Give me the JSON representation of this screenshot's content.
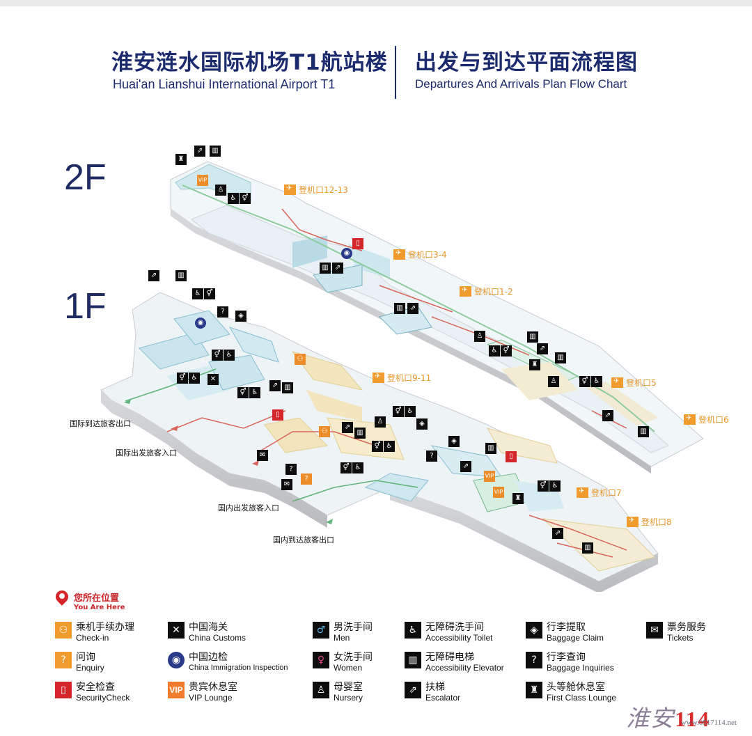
{
  "header": {
    "title_cn_left": "淮安涟水国际机场T1航站楼",
    "title_en_left": "Huai'an Lianshui International Airport T1",
    "title_cn_right": "出发与到达平面流程图",
    "title_en_right": "Departures And Arrivals Plan Flow Chart"
  },
  "floors": {
    "upper": "2F",
    "lower": "1F"
  },
  "gates": {
    "g12_13": "登机口12-13",
    "g3_4": "登机口3-4",
    "g1_2": "登机口1-2",
    "g9_11": "登机口9-11",
    "g5": "登机口5",
    "g6": "登机口6",
    "g7": "登机口7",
    "g8": "登机口8"
  },
  "entrances": {
    "intl_arrival_exit": "国际到达旅客出口",
    "intl_departure_entry": "国际出发旅客入口",
    "dom_departure_entry": "国内出发旅客入口",
    "dom_arrival_exit": "国内到达旅客出口"
  },
  "map_badges": {
    "vip": "VIP"
  },
  "legend": {
    "you_are_here_cn": "您所在位置",
    "you_are_here_en": "You Are Here",
    "items": [
      {
        "cn": "乘机手续办理",
        "en": "Check-in",
        "icon": "check-in-icon"
      },
      {
        "cn": "问询",
        "en": "Enquiry",
        "icon": "enquiry-icon"
      },
      {
        "cn": "安全检查",
        "en": "SecurityCheck",
        "icon": "security-check-icon"
      },
      {
        "cn": "中国海关",
        "en": "China Customs",
        "icon": "customs-icon"
      },
      {
        "cn": "中国边检",
        "en": "China Immigration Inspection",
        "icon": "immigration-icon"
      },
      {
        "cn": "贵宾休息室",
        "en": "VIP Lounge",
        "icon": "vip-lounge-icon",
        "badge": "VIP"
      },
      {
        "cn": "男洗手间",
        "en": "Men",
        "icon": "men-restroom-icon"
      },
      {
        "cn": "女洗手间",
        "en": "Women",
        "icon": "women-restroom-icon"
      },
      {
        "cn": "母婴室",
        "en": "Nursery",
        "icon": "nursery-icon"
      },
      {
        "cn": "无障碍洗手间",
        "en": "Accessibility Toilet",
        "icon": "accessibility-toilet-icon"
      },
      {
        "cn": "无障碍电梯",
        "en": "Accessibility Elevator",
        "icon": "accessibility-elevator-icon"
      },
      {
        "cn": "扶梯",
        "en": "Escalator",
        "icon": "escalator-icon"
      },
      {
        "cn": "行李提取",
        "en": "Baggage Claim",
        "icon": "baggage-claim-icon"
      },
      {
        "cn": "行李查询",
        "en": "Baggage Inquiries",
        "icon": "baggage-inquiries-icon"
      },
      {
        "cn": "头等舱休息室",
        "en": "First Class Lounge",
        "icon": "first-class-lounge-icon"
      },
      {
        "cn": "票务服务",
        "en": "Tickets",
        "icon": "tickets-icon"
      }
    ]
  },
  "watermark": {
    "text": "淮安",
    "number": "114",
    "url": "www.0517114.net"
  }
}
